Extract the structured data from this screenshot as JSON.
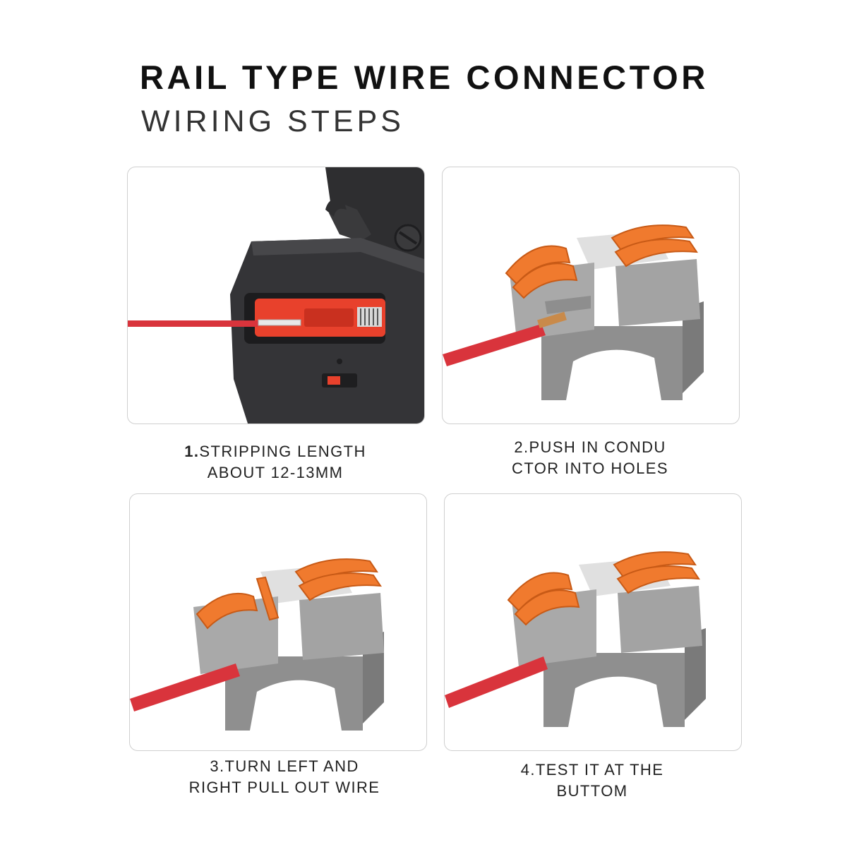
{
  "header": {
    "title": "RAIL TYPE WIRE CONNECTOR",
    "subtitle": "WIRING STEPS"
  },
  "steps": [
    {
      "number": "1.",
      "line1": "STRIPPING LENGTH",
      "line2": "ABOUT 12-13MM"
    },
    {
      "number": "2.",
      "line1": "PUSH IN CONDU",
      "line2": "CTOR INTO HOLES"
    },
    {
      "number": "3.",
      "line1": "TURN LEFT AND",
      "line2": "RIGHT PULL OUT WIRE"
    },
    {
      "number": "4.",
      "line1": "TEST IT AT THE",
      "line2": "BUTTOM"
    }
  ],
  "colors": {
    "wire_red": "#d9343c",
    "lever_orange": "#f07a2e",
    "housing_grey": "#9c9c9c",
    "tool_black": "#2e2e30",
    "jaw_red": "#e8412c"
  },
  "icons": {
    "step1": "wire-stripper-tool",
    "step2": "rail-wire-connector",
    "step3": "rail-wire-connector-lever-open",
    "step4": "rail-wire-connector-test"
  }
}
